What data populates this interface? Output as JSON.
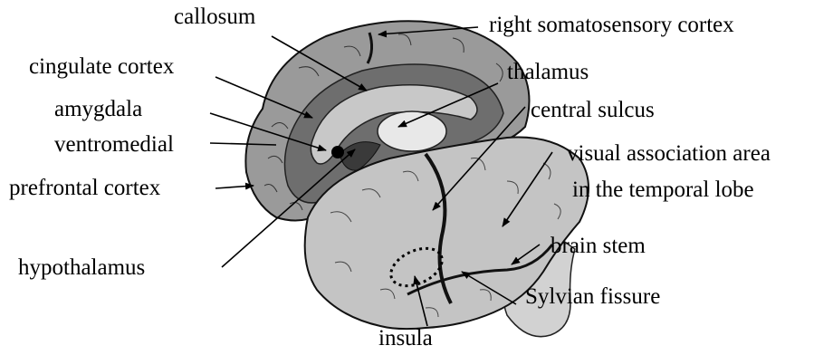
{
  "diagram": {
    "labels": {
      "callosum": "callosum",
      "right_somatosensory_cortex": "right somatosensory cortex",
      "cingulate_cortex": "cingulate cortex",
      "thalamus": "thalamus",
      "amygdala": "amygdala",
      "central_sulcus": "central sulcus",
      "ventromedial": "ventromedial",
      "prefrontal_cortex": "prefrontal cortex",
      "visual_association_area": "visual association area",
      "in_the_temporal_lobe": "in the temporal lobe",
      "brain_stem": "brain stem",
      "hypothalamus": "hypothalamus",
      "sylvian_fissure": "Sylvian fissure",
      "insula": "insula"
    }
  },
  "colors": {
    "cortex_outer": "#9a9a9a",
    "cingulate_band": "#6e6e6e",
    "callosum": "#c8c8c8",
    "thalamus": "#e8e8e8",
    "lower_brain": "#c4c4c4",
    "brain_stem": "#d2d2d2",
    "sulcus_line": "#111111"
  }
}
